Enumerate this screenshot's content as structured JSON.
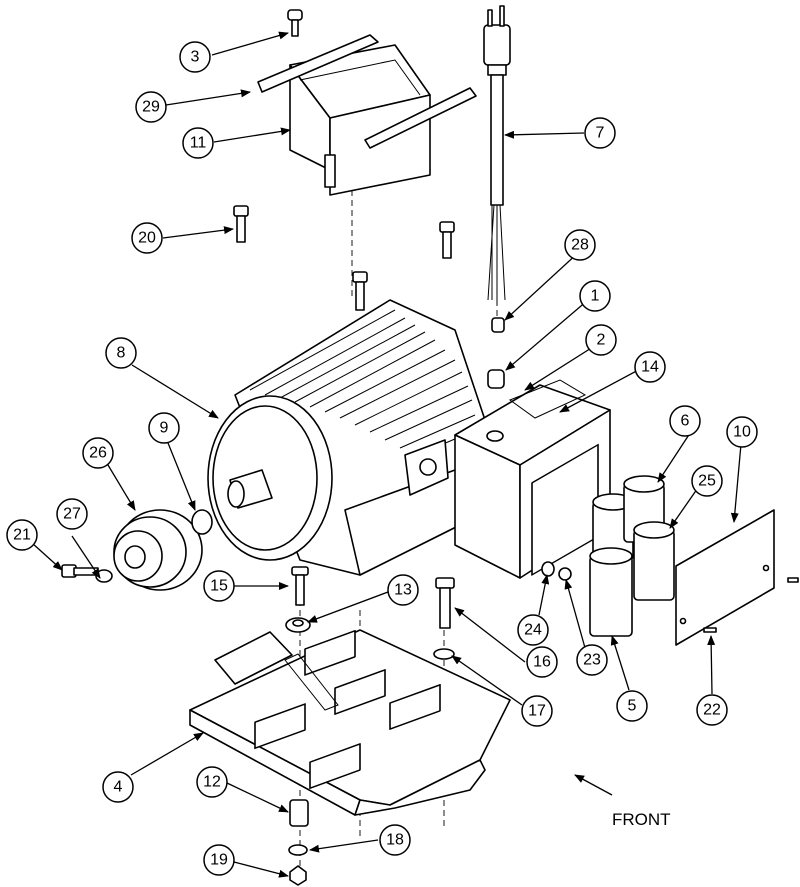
{
  "diagram": {
    "front_label": "FRONT",
    "callouts": [
      {
        "n": "1"
      },
      {
        "n": "2"
      },
      {
        "n": "3"
      },
      {
        "n": "4"
      },
      {
        "n": "5"
      },
      {
        "n": "6"
      },
      {
        "n": "7"
      },
      {
        "n": "8"
      },
      {
        "n": "9"
      },
      {
        "n": "10"
      },
      {
        "n": "11"
      },
      {
        "n": "12"
      },
      {
        "n": "13"
      },
      {
        "n": "14"
      },
      {
        "n": "15"
      },
      {
        "n": "16"
      },
      {
        "n": "17"
      },
      {
        "n": "18"
      },
      {
        "n": "19"
      },
      {
        "n": "20"
      },
      {
        "n": "21"
      },
      {
        "n": "22"
      },
      {
        "n": "23"
      },
      {
        "n": "24"
      },
      {
        "n": "25"
      },
      {
        "n": "26"
      },
      {
        "n": "27"
      },
      {
        "n": "28"
      },
      {
        "n": "29"
      }
    ]
  }
}
